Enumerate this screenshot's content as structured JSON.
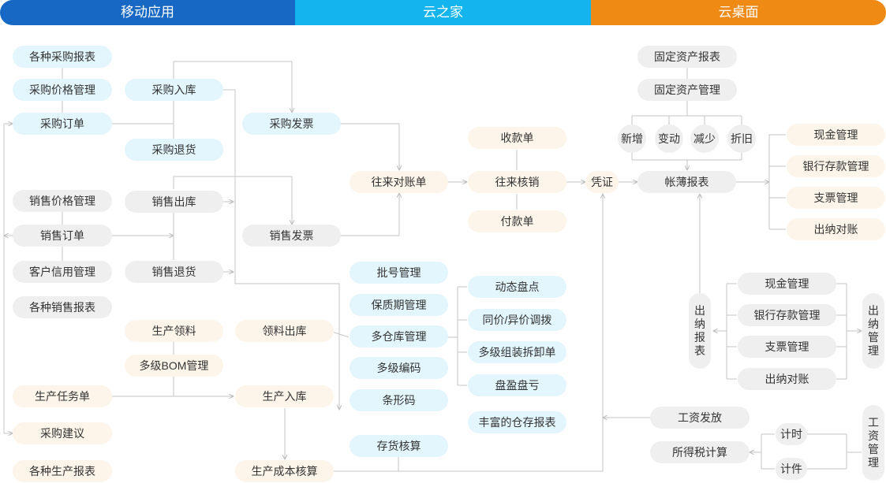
{
  "header": {
    "mobile": "移动应用",
    "cloud_home": "云之家",
    "cloud_desktop": "云桌面"
  },
  "purchase": {
    "reports": "各种采购报表",
    "price_mgmt": "采购价格管理",
    "order": "采购订单",
    "inbound": "采购入库",
    "return": "采购退货",
    "invoice": "采购发票"
  },
  "sales": {
    "price_mgmt": "销售价格管理",
    "order": "销售订单",
    "credit_mgmt": "客户信用管理",
    "reports": "各种销售报表",
    "outbound": "销售出库",
    "return": "销售退货",
    "invoice": "销售发票"
  },
  "production": {
    "material_pick": "生产领料",
    "bom_mgmt": "多级BOM管理",
    "task_order": "生产任务单",
    "purchase_suggest": "采购建议",
    "reports": "各种生产报表",
    "material_out": "领料出库",
    "inbound": "生产入库",
    "cost_accounting": "生产成本核算"
  },
  "finance": {
    "reconcile": "往来对账单",
    "receipt": "收款单",
    "write_off": "往来核销",
    "payment": "付款单",
    "voucher": "凭证",
    "ledger_report": "帐薄报表"
  },
  "inventory": {
    "batch_mgmt": "批号管理",
    "shelf_life": "保质期管理",
    "multi_warehouse": "多仓库管理",
    "multi_code": "多级编码",
    "barcode": "条形码",
    "stock_accounting": "存货核算",
    "dynamic_count": "动态盘点",
    "transfer": "同价/异价调拨",
    "assembly": "多级组装拆卸单",
    "surplus_loss": "盘盈盘亏",
    "reports": "丰富的仓存报表"
  },
  "fixed_assets": {
    "report": "固定资产报表",
    "mgmt": "固定资产管理",
    "add": "新增",
    "change": "变动",
    "reduce": "减少",
    "depreciation": "折旧"
  },
  "cashier": {
    "cash_mgmt": "现金管理",
    "bank_deposit": "银行存款管理",
    "check_mgmt": "支票管理",
    "cashier_reconcile": "出纳对账",
    "cashier_report": "出纳报表",
    "cash_mgmt_2": "现金管理",
    "bank_deposit_2": "银行存款管理",
    "check_mgmt_2": "支票管理",
    "cashier_reconcile_2": "出纳对账",
    "cashier_mgmt": "出纳管理"
  },
  "payroll": {
    "salary_payment": "工资发放",
    "income_tax": "所得税计算",
    "hourly": "计时",
    "piece": "计件",
    "payroll_mgmt": "工资管理"
  },
  "colors": {
    "mobile": "#1668c4",
    "cloud_home": "#14b5ef",
    "cloud_desktop": "#ef8a14",
    "node_blue": "#e3f5fd",
    "node_gray": "#efefef",
    "node_tan": "#fdf5ea",
    "line": "#c4c4c4"
  }
}
